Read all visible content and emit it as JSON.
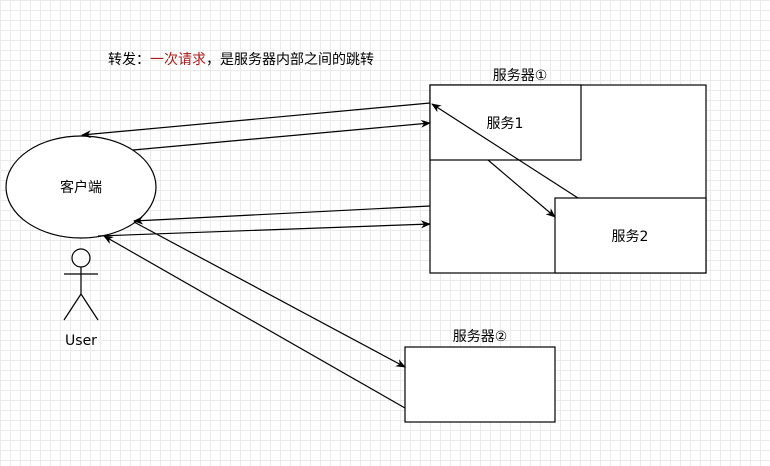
{
  "caption": {
    "prefix": "转发：",
    "highlight": "一次请求",
    "suffix": "，是服务器内部之间的跳转",
    "highlight_color": "#b01a1a"
  },
  "client": {
    "label": "客户端"
  },
  "user": {
    "label": "User"
  },
  "server1": {
    "title": "服务器①",
    "service1_label": "服务1",
    "service2_label": "服务2"
  },
  "server2": {
    "title": "服务器②"
  },
  "colors": {
    "stroke": "#000000",
    "grid": "#ebebeb"
  }
}
